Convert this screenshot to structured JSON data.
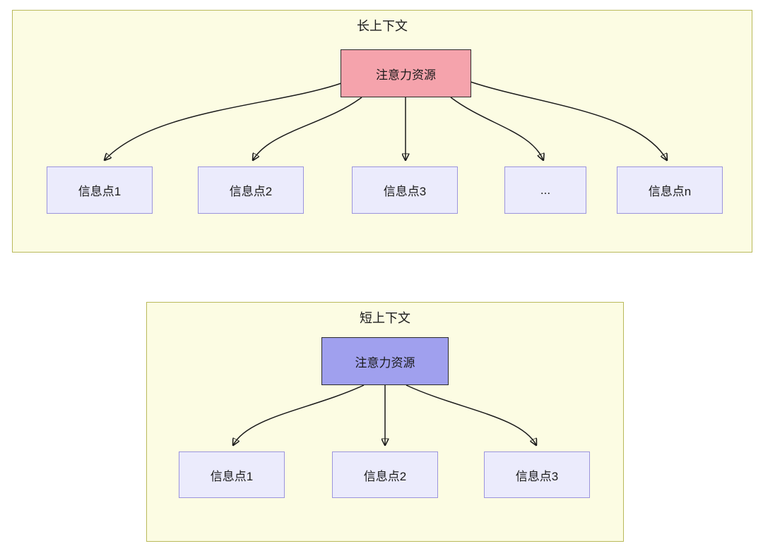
{
  "diagram": {
    "long_context": {
      "title": "长上下文",
      "attention_label": "注意力资源",
      "nodes": [
        {
          "label": "信息点1"
        },
        {
          "label": "信息点2"
        },
        {
          "label": "信息点3"
        },
        {
          "label": "..."
        },
        {
          "label": "信息点n"
        }
      ]
    },
    "short_context": {
      "title": "短上下文",
      "attention_label": "注意力资源",
      "nodes": [
        {
          "label": "信息点1"
        },
        {
          "label": "信息点2"
        },
        {
          "label": "信息点3"
        }
      ]
    },
    "colors": {
      "container_fill": "#fcfce3",
      "container_border": "#b9b95a",
      "attention_long_fill": "#f5a3ac",
      "attention_short_fill": "#a0a0ee",
      "info_node_fill": "#ebebfc",
      "info_node_border": "#9b94dd",
      "arrow_stroke": "#1a1a1a"
    }
  }
}
